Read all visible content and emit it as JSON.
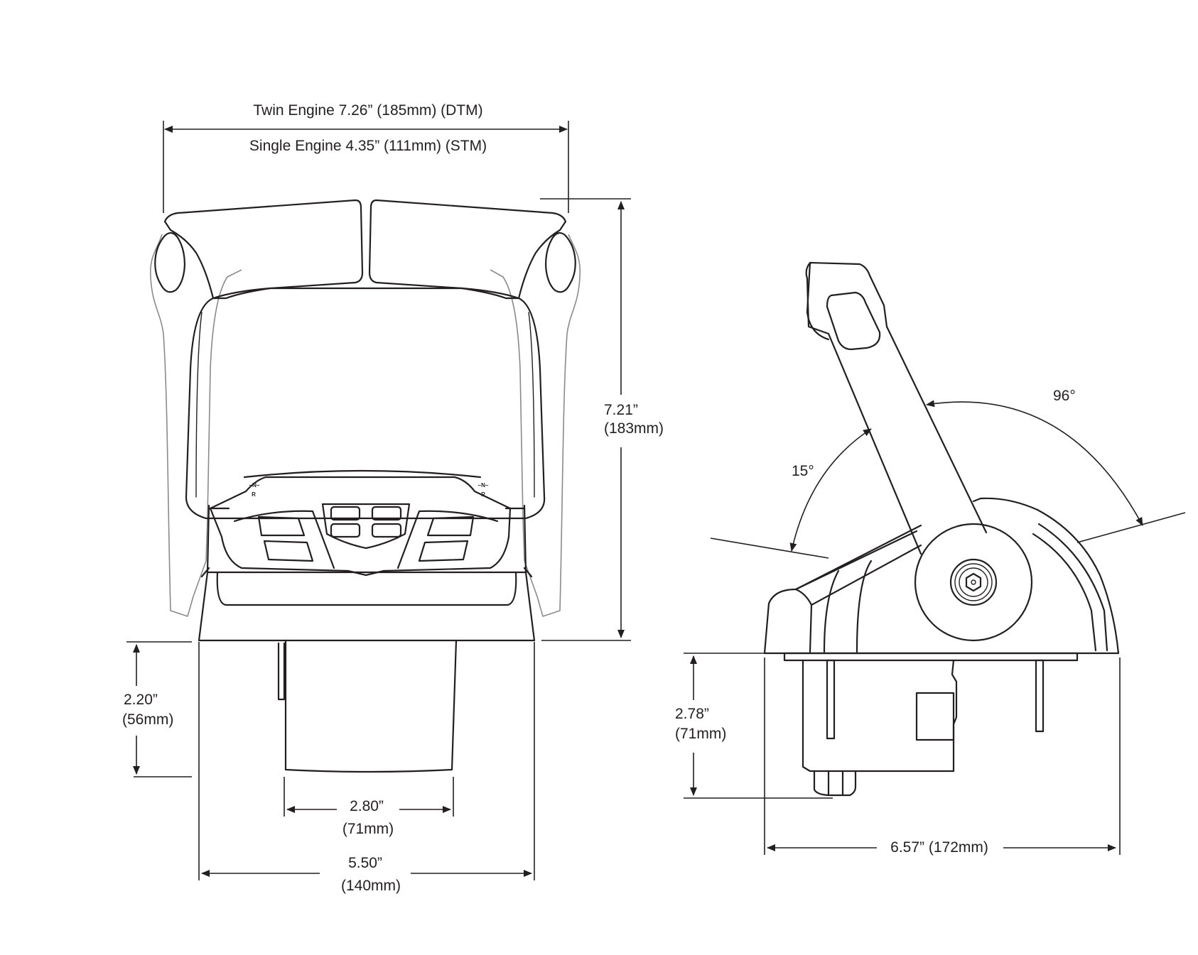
{
  "front_view": {
    "width_label_twin": "Twin Engine  7.26” (185mm) (DTM)",
    "width_label_single": "Single Engine 4.35” (111mm) (STM)",
    "height_value": "7.21”",
    "height_metric": "(183mm)",
    "below_deck_value": "2.20”",
    "below_deck_metric": "(56mm)",
    "cutout_width_value": "2.80”",
    "cutout_width_metric": "(71mm)",
    "base_width_value": "5.50”",
    "base_width_metric": "(140mm)",
    "gear_marks": {
      "left_top": "–N–",
      "left_bottom": "R",
      "right_top": "–N–",
      "right_bottom": "R"
    }
  },
  "side_view": {
    "forward_angle": "96°",
    "reverse_angle": "15°",
    "below_deck_value": "2.78”",
    "below_deck_metric": "(71mm)",
    "length_label": "6.57” (172mm)"
  },
  "colors": {
    "ink": "#231f20",
    "gray_outline": "#8a8a8a",
    "background": "#ffffff"
  }
}
